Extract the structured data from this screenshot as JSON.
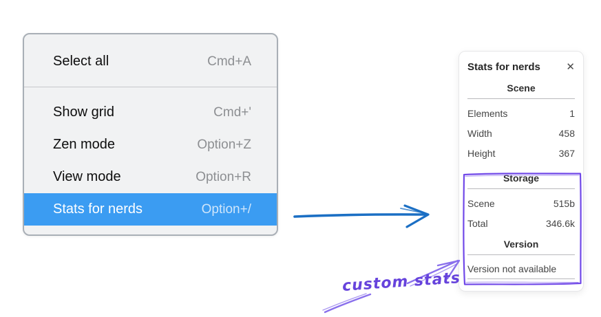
{
  "context_menu": {
    "items": [
      {
        "label": "Select all",
        "shortcut": "Cmd+A"
      },
      {
        "label": "Show grid",
        "shortcut": "Cmd+'"
      },
      {
        "label": "Zen mode",
        "shortcut": "Option+Z"
      },
      {
        "label": "View mode",
        "shortcut": "Option+R"
      },
      {
        "label": "Stats for nerds",
        "shortcut": "Option+/",
        "highlighted": true
      }
    ]
  },
  "stats_panel": {
    "title": "Stats for nerds",
    "sections": [
      {
        "heading": "Scene",
        "rows": [
          {
            "label": "Elements",
            "value": "1"
          },
          {
            "label": "Width",
            "value": "458"
          },
          {
            "label": "Height",
            "value": "367"
          }
        ]
      },
      {
        "heading": "Storage",
        "rows": [
          {
            "label": "Scene",
            "value": "515b"
          },
          {
            "label": "Total",
            "value": "346.6k"
          }
        ]
      },
      {
        "heading": "Version",
        "note": "Version not available"
      }
    ]
  },
  "annotation": {
    "label": "custom stats"
  },
  "icons": {
    "close": "✕"
  },
  "colors": {
    "menu_highlight": "#3b9cf2",
    "menu_background": "#f1f2f3",
    "arrow_blue": "#1b6fc4",
    "frame_purple": "#7048e8",
    "annotation_arrow_purple": "#8a70ec",
    "annotation_text_purple": "#6643dc"
  }
}
